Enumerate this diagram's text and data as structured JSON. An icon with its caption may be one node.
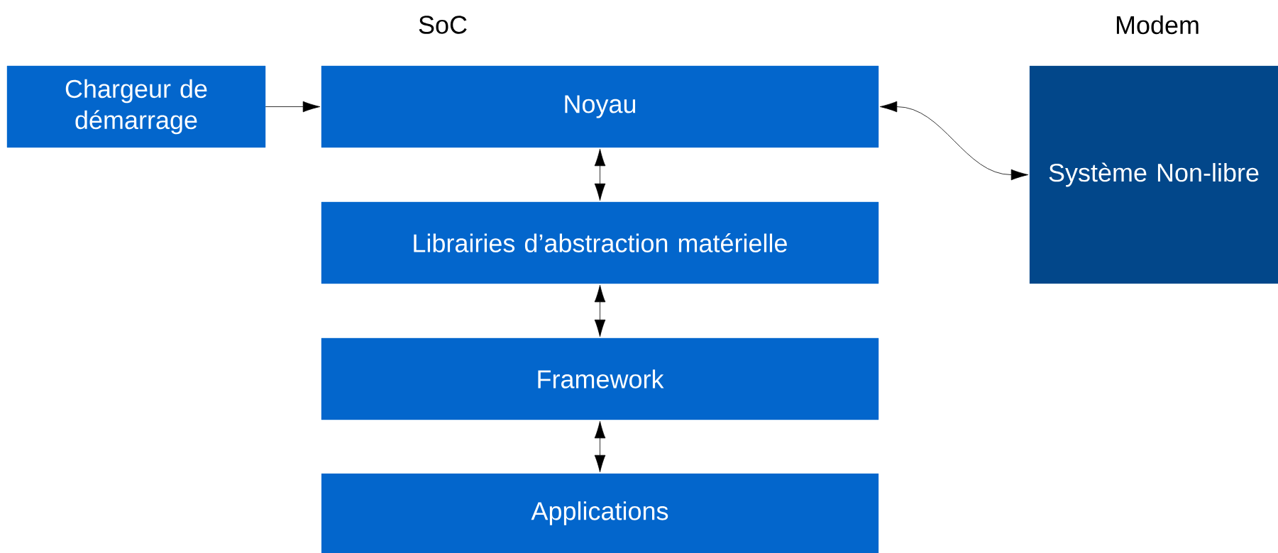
{
  "diagram": {
    "nodes": [
      {
        "text": [
          "Chargeur de démarrage"
        ]
      },
      {
        "text": [
          "Noyau"
        ]
      },
      {
        "text": [
          "Librairies d’abstraction matérielle"
        ]
      },
      {
        "text": [
          "Framework"
        ]
      },
      {
        "text": [
          "Applications"
        ]
      },
      {
        "text": [
          "Système Non-libre"
        ]
      }
    ],
    "edges": [
      {
        "from": 0,
        "to": 1,
        "arrow": "to"
      },
      {
        "from": 1,
        "to": 2,
        "arrow": "both"
      },
      {
        "from": 2,
        "to": 3,
        "arrow": "both"
      },
      {
        "from": 3,
        "to": 4,
        "arrow": "both"
      },
      {
        "from": 1,
        "to": 5,
        "arrow": "both"
      }
    ],
    "labels": [
      "SoC",
      "Modem"
    ]
  }
}
